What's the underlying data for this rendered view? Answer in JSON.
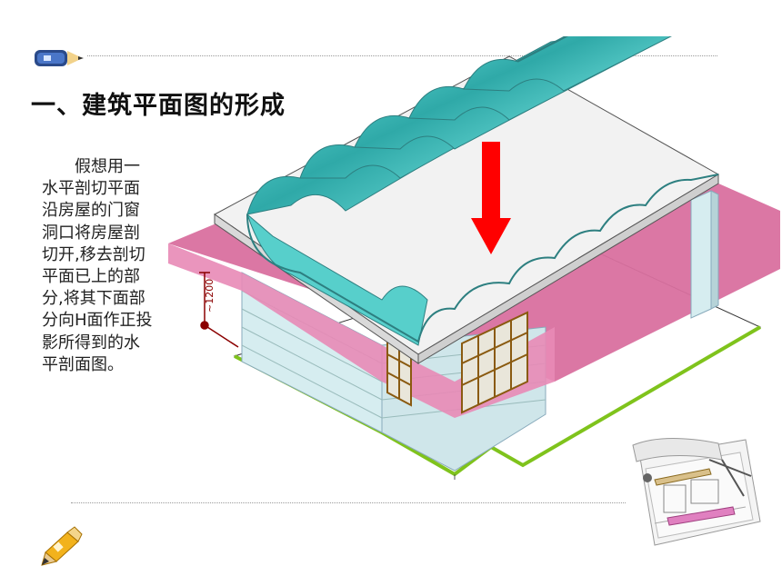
{
  "slide": {
    "title": "一、建筑平面图的形成",
    "body_text": "　　假想用一水平剖切平面沿房屋的门窗洞口将房屋剖切开,移去剖切平面已上的部分,将其下面部分向H面作正投影所得到的水平剖面图。"
  },
  "figure": {
    "dimension_label": "~1200",
    "icons": [
      "pencil-icon",
      "drafting-tools-icon"
    ],
    "colors": {
      "section_plane": "#e07aa8",
      "roof_tile": "#4ad3cf",
      "wall": "#d6edf0",
      "arrow": "#ff0000",
      "ground_line": "#7fc31c"
    }
  }
}
